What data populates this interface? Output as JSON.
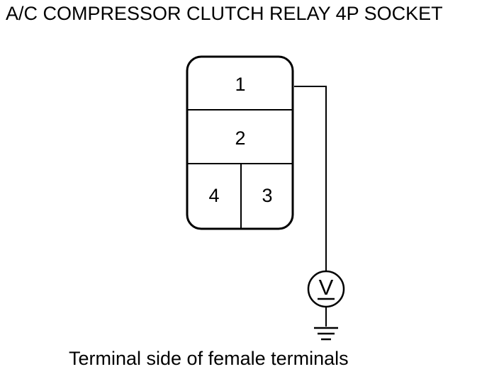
{
  "title": "A/C COMPRESSOR CLUTCH RELAY 4P SOCKET",
  "caption": "Terminal side of female terminals",
  "connector": {
    "terminals": [
      "1",
      "2",
      "4",
      "3"
    ]
  },
  "meter": {
    "symbol": "V",
    "icon": "voltmeter-icon"
  },
  "ground": {
    "icon": "ground-icon"
  },
  "colors": {
    "line": "#000000",
    "background": "#ffffff"
  }
}
